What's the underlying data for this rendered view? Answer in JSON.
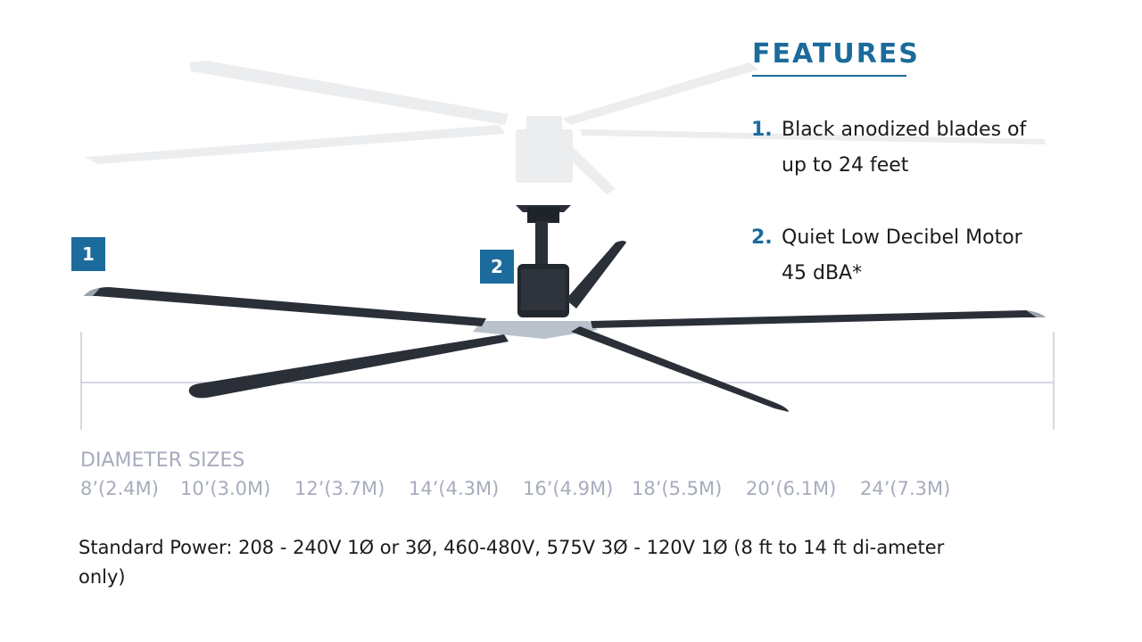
{
  "features": {
    "title": "FEATURES",
    "items": [
      {
        "number": "1.",
        "lines": [
          "Black anodized blades of",
          "up to 24 feet"
        ]
      },
      {
        "number": "2.",
        "lines": [
          "Quiet Low Decibel Motor",
          "45 dBA*"
        ]
      }
    ]
  },
  "badges": [
    "1",
    "2"
  ],
  "diameter": {
    "title": "DIAMETER SIZES",
    "sizes": [
      "8’(2.4M)",
      "10’(3.0M)",
      "12’(3.7M)",
      "14’(4.3M)",
      "16’(4.9M)",
      "18’(5.5M)",
      "20’(6.1M)",
      "24’(7.3M)"
    ]
  },
  "power": {
    "text": "Standard Power:  208 - 240V 1Ø or 3Ø,  460-480V, 575V 3Ø   -  120V 1Ø (8 ft to 14 ft di-ameter only)"
  },
  "colors": {
    "accent": "#1b6b9c",
    "muted": "#a7acbd",
    "blade": "#2a2f38"
  },
  "icons": {
    "fan": "ceiling-fan-illustration"
  }
}
